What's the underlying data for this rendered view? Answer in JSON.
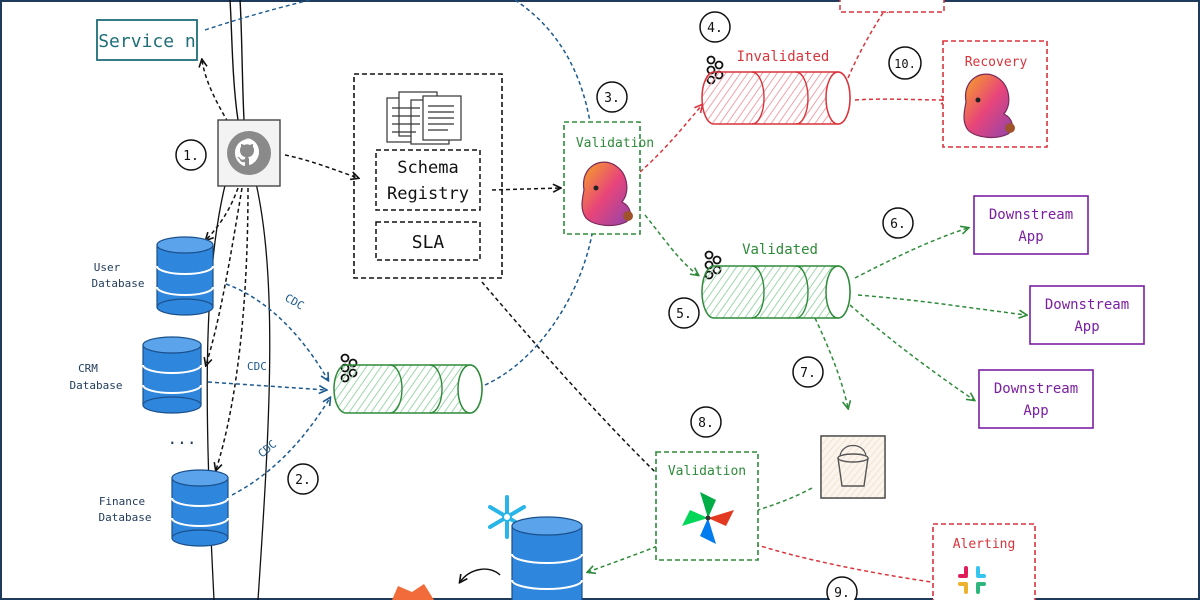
{
  "service_label": "Service n",
  "registry": {
    "schema_line1": "Schema",
    "schema_line2": "Registry",
    "sla": "SLA"
  },
  "databases": {
    "user_line1": "User",
    "user_line2": "Database",
    "crm_line1": "CRM",
    "crm_line2": "Database",
    "finance_line1": "Finance",
    "finance_line2": "Database",
    "ellipsis": "..."
  },
  "cdc_labels": [
    "CDC",
    "CDC",
    "CDC"
  ],
  "steps": [
    "1.",
    "2.",
    "3.",
    "4.",
    "5.",
    "6.",
    "7.",
    "8.",
    "9.",
    "10."
  ],
  "topics": {
    "invalidated": "Invalidated",
    "validated": "Validated"
  },
  "validation_label": "Validation",
  "airflow_validation_label": "Validation",
  "recovery_label": "Recovery",
  "alerting_label": "Alerting",
  "downstream": [
    {
      "line1": "Downstream",
      "line2": "App"
    },
    {
      "line1": "Downstream",
      "line2": "App"
    },
    {
      "line1": "Downstream",
      "line2": "App"
    }
  ],
  "colors": {
    "black": "#111111",
    "blue_arrow": "#1c5a8f",
    "green": "#2e8b3a",
    "red": "#d9343b",
    "purple": "#7b1fa2",
    "teal": "#1f6e78",
    "db_blue": "#2f86dd",
    "red_fill": "#f6c9cd",
    "green_fill": "#d4eedc"
  },
  "icons": [
    "github-icon",
    "kafka-icon",
    "flink-squirrel-icon",
    "documents-icon",
    "airflow-icon",
    "bucket-icon",
    "snowflake-icon",
    "slack-icon",
    "database-icon"
  ]
}
